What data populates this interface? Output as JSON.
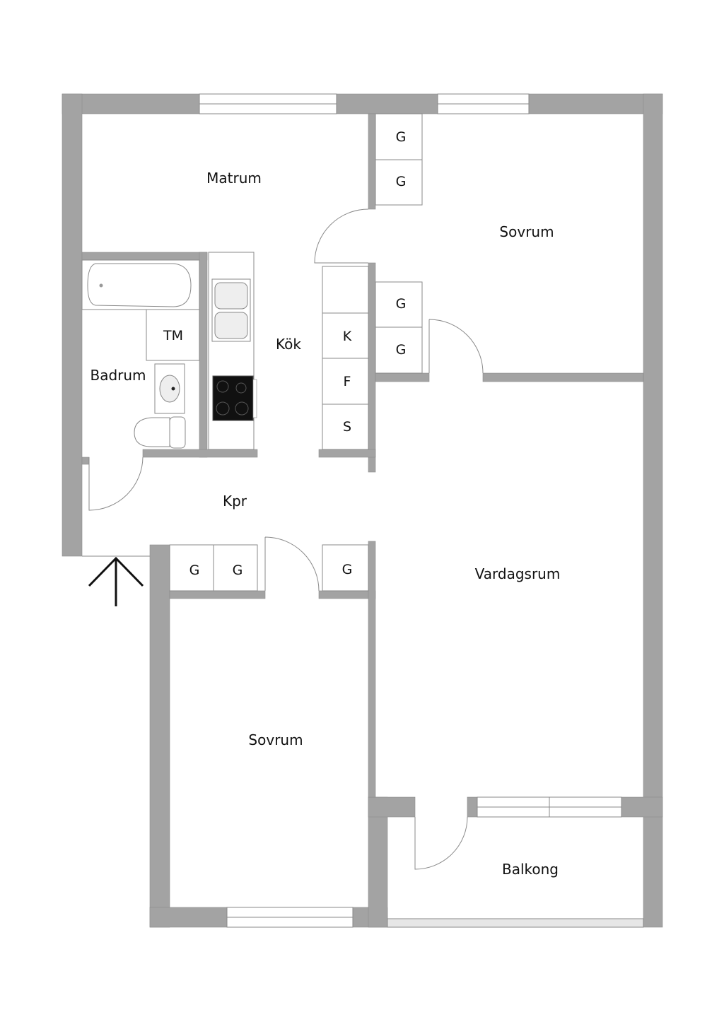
{
  "floorplan": {
    "rooms": {
      "matrum": "Matrum",
      "sovrum_top": "Sovrum",
      "kok": "Kök",
      "badrum": "Badrum",
      "kpr": "Kpr",
      "vardagsrum": "Vardagsrum",
      "sovrum_bottom": "Sovrum",
      "balkong": "Balkong"
    },
    "fixtures": {
      "tm": "TM",
      "k": "K",
      "f": "F",
      "s": "S",
      "g": "G"
    },
    "colors": {
      "wall": "#a3a3a3",
      "line": "#8a8a8a"
    }
  }
}
